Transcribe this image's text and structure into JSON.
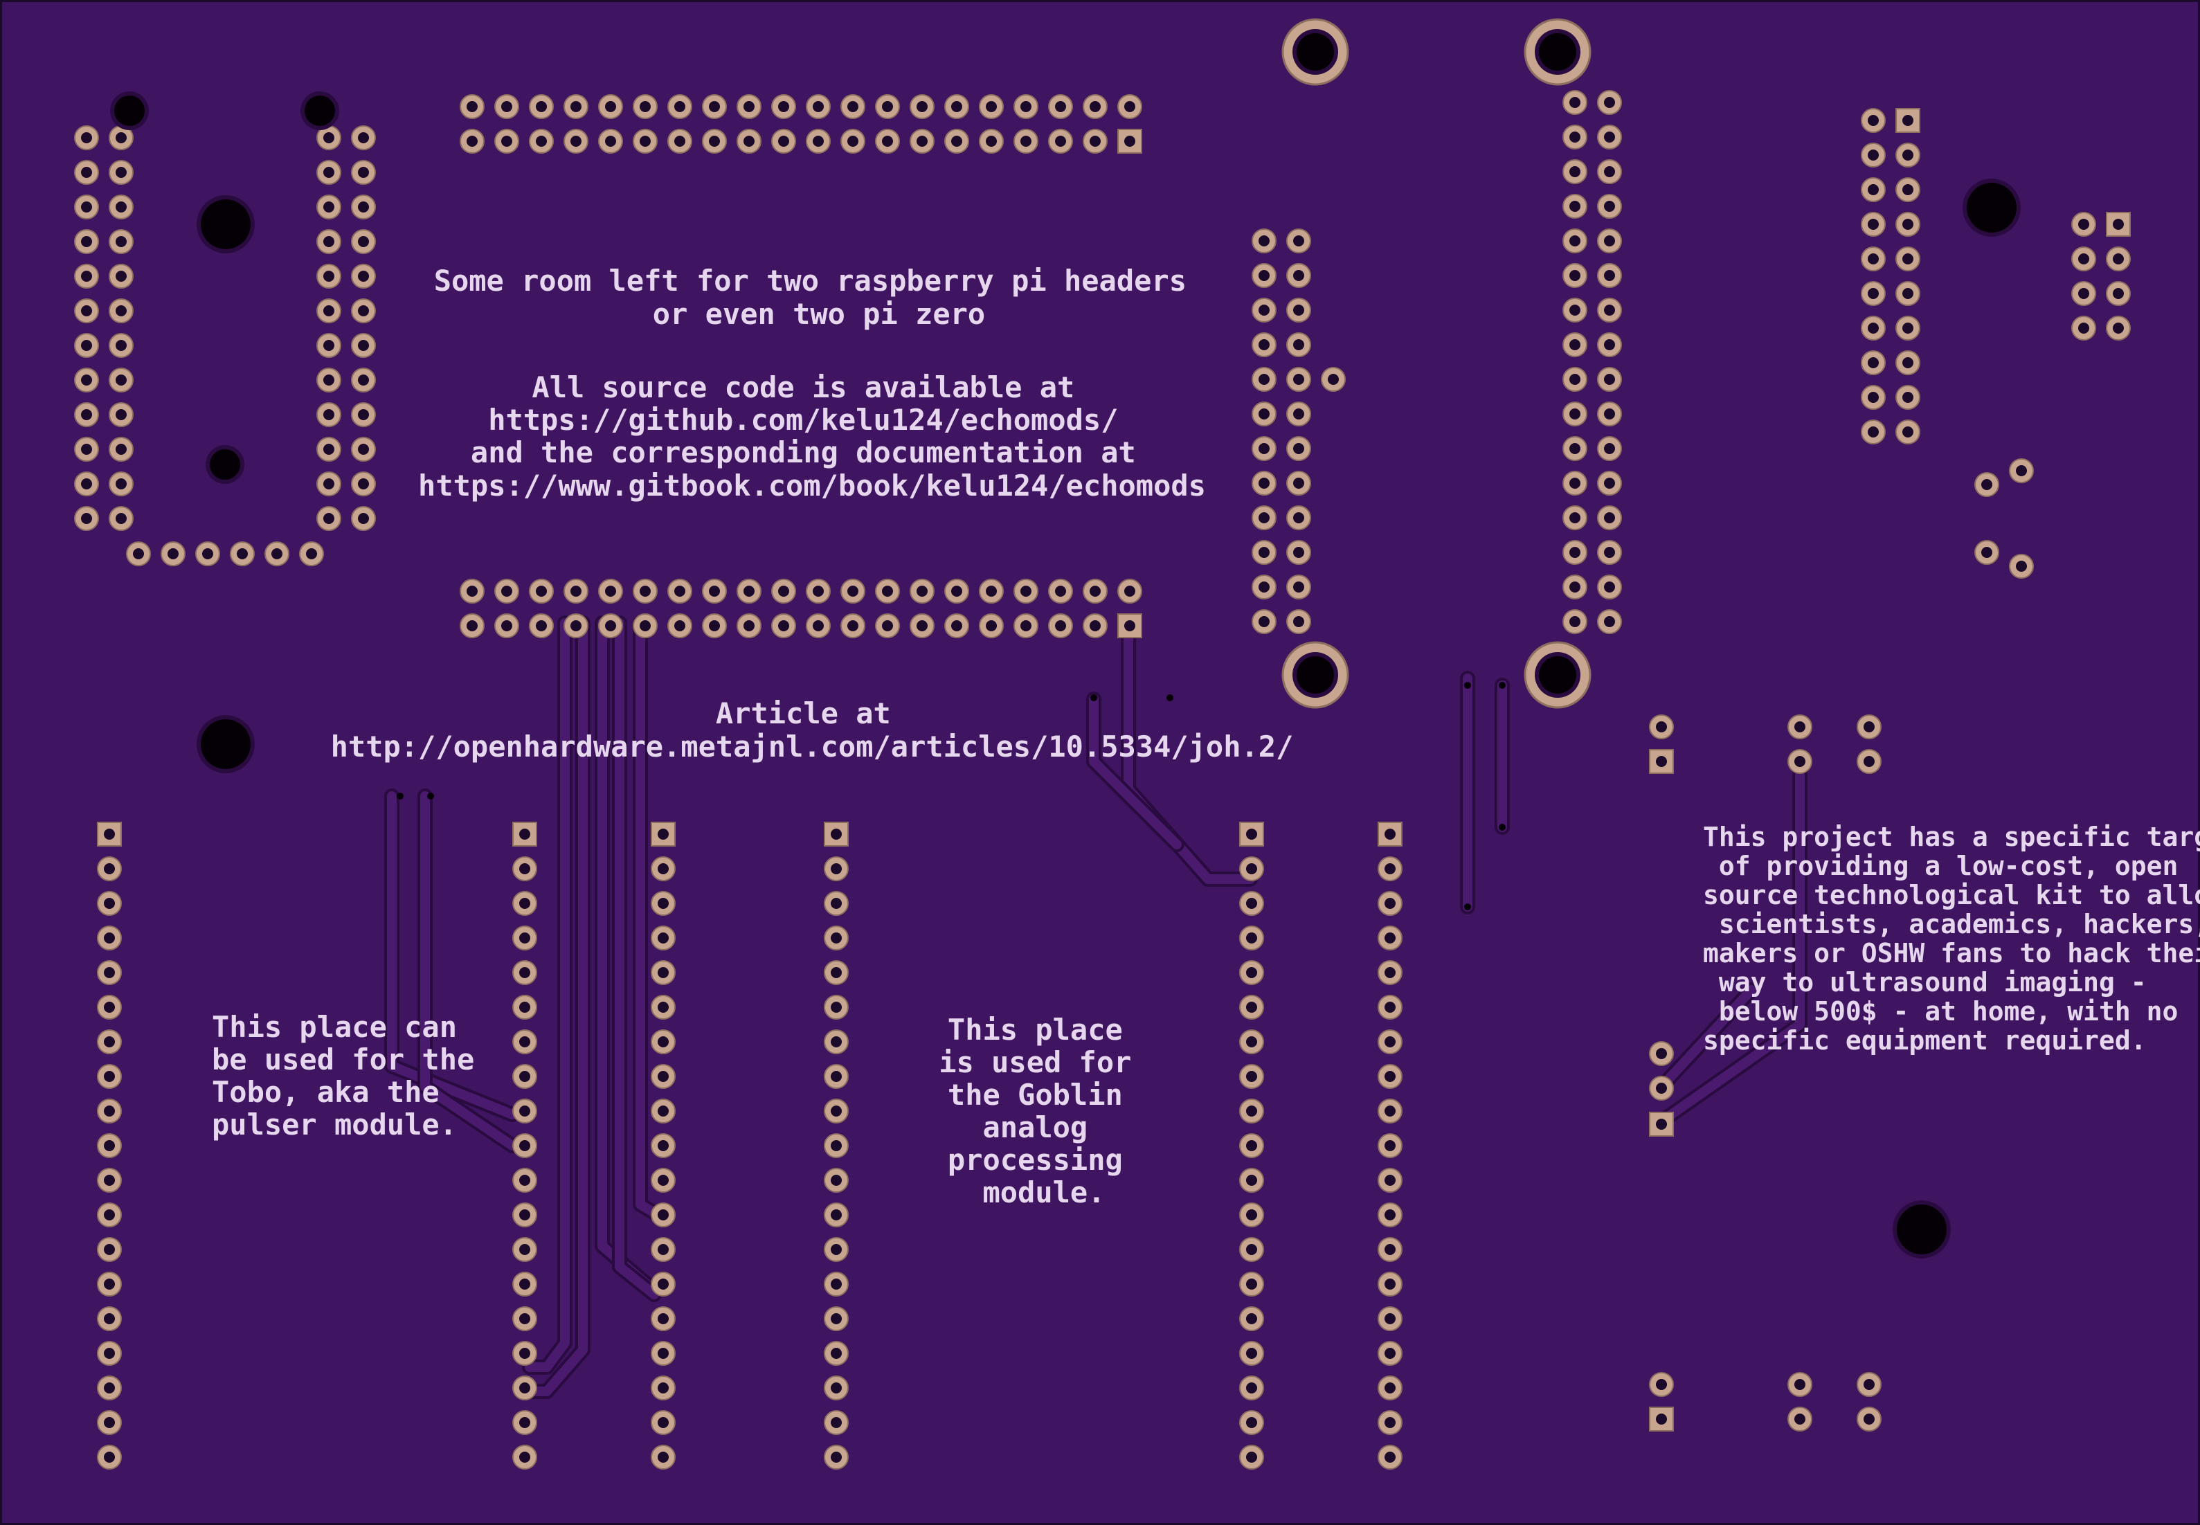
{
  "board": {
    "colors": {
      "substrate": "#3f1461",
      "substrate_edge": "#1b0a29",
      "trace": "#4a1a6e",
      "trace_edge": "#2a0b40",
      "copper": "#c7a58f",
      "copper_dark": "#8e6f5f",
      "silkscreen": "#e6d6ee",
      "hole": "#050005"
    },
    "notes": {
      "rpi_headers": [
        "Some room left for two raspberry pi headers",
        "or even two pi zero"
      ],
      "source_code": [
        "All source code is available at",
        "https://github.com/kelu124/echomods/",
        "and the corresponding documentation at",
        "https://www.gitbook.com/book/kelu124/echomods"
      ],
      "article": [
        "Article at",
        "http://openhardware.metajnl.com/articles/10.5334/joh.2/"
      ],
      "tobo": [
        "This place can",
        "be used for the",
        "Tobo, aka the",
        "pulser module."
      ],
      "goblin": [
        "This place",
        "is used for",
        "the Goblin",
        "analog",
        "processing",
        "module."
      ],
      "project": [
        "This project has a specific target",
        " of providing a low-cost, open",
        "source technological kit to allow",
        " scientists, academics, hackers,",
        "makers or OSHW fans to hack their",
        " way to ultrasound imaging -",
        " below 500$ - at home, with no",
        "specific equipment required."
      ]
    }
  }
}
